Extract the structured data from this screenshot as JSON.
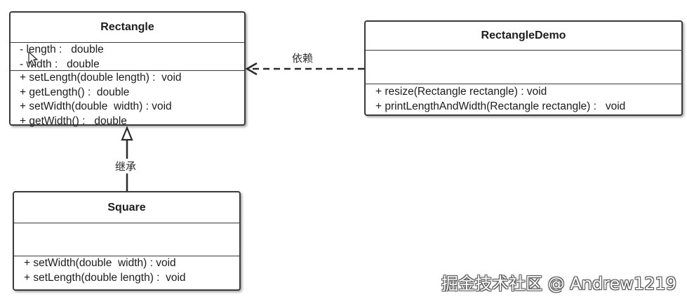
{
  "classes": {
    "rectangle": {
      "name": "Rectangle",
      "attributes": [
        "- length :   double",
        "- width :   double"
      ],
      "operations": [
        "+ setLength(double length) :  void",
        "+ getLength() :  double",
        "+ setWidth(double  width) : void",
        "+ getWidth() :   double"
      ]
    },
    "rectangle_demo": {
      "name": "RectangleDemo",
      "attributes": [],
      "operations": [
        "+ resize(Rectangle rectangle) : void",
        "+ printLengthAndWidth(Rectangle rectangle) :   void"
      ]
    },
    "square": {
      "name": "Square",
      "attributes": [],
      "operations": [
        "+ setWidth(double  width) : void",
        "+ setLength(double length) :  void"
      ]
    }
  },
  "relations": {
    "dependency_label": "依赖",
    "inheritance_label": "继承"
  },
  "watermark": "掘金技术社区 @ Andrew1219"
}
